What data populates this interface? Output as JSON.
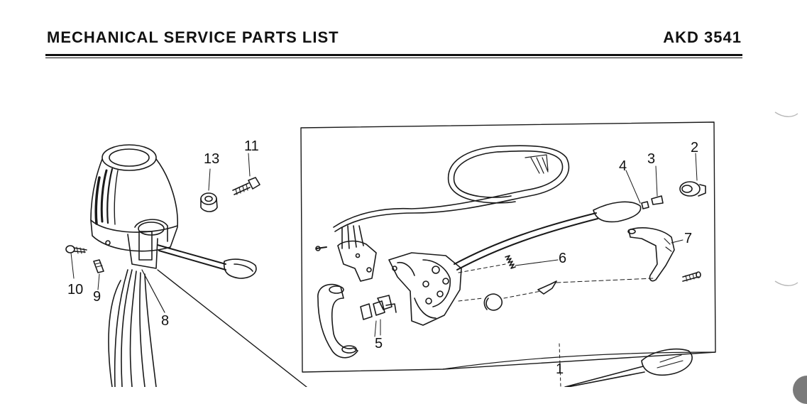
{
  "header": {
    "title": "MECHANICAL SERVICE PARTS LIST",
    "code": "AKD 3541"
  },
  "callouts": {
    "c1": "1",
    "c2": "2",
    "c3": "3",
    "c4": "4",
    "c5": "5",
    "c6": "6",
    "c7": "7",
    "c8": "8",
    "c9": "9",
    "c10": "10",
    "c11": "11",
    "c13": "13"
  },
  "icons": {
    "switch-cowl": "switch-cowl-illustration",
    "lever": "switch-lever-illustration",
    "harness": "wiring-harness-illustration"
  }
}
